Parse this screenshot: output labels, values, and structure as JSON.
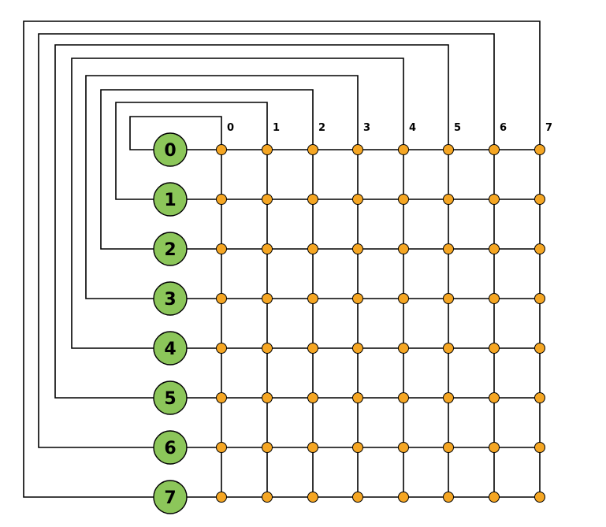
{
  "rows": [
    {
      "label": "0"
    },
    {
      "label": "1"
    },
    {
      "label": "2"
    },
    {
      "label": "3"
    },
    {
      "label": "4"
    },
    {
      "label": "5"
    },
    {
      "label": "6"
    },
    {
      "label": "7"
    }
  ],
  "columns": [
    {
      "label": "0"
    },
    {
      "label": "1"
    },
    {
      "label": "2"
    },
    {
      "label": "3"
    },
    {
      "label": "4"
    },
    {
      "label": "5"
    },
    {
      "label": "6"
    },
    {
      "label": "7"
    }
  ],
  "colors": {
    "row_node_fill": "#8cc65a",
    "junction_fill": "#f5a623",
    "line": "#000000"
  }
}
